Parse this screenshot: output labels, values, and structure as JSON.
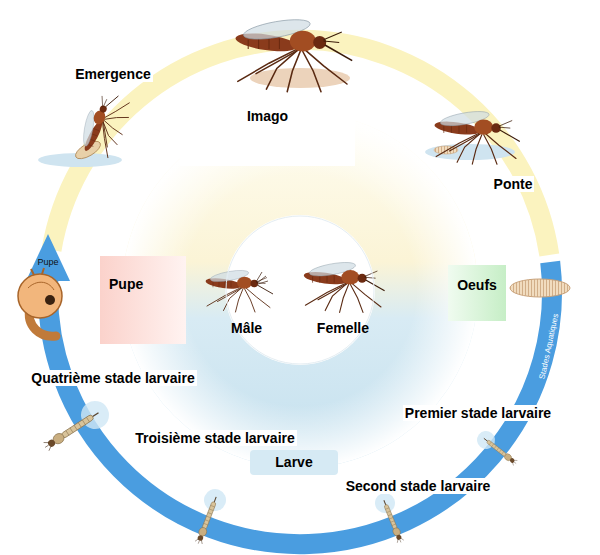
{
  "diagram": {
    "nodes": [
      {
        "text": [
          "Imago"
        ]
      },
      {
        "text": [
          "Pupe"
        ]
      },
      {
        "text": [
          "Oeufs"
        ]
      },
      {
        "text": [
          "Mâle",
          "Femelle"
        ]
      },
      {
        "text": [
          "Larve"
        ]
      }
    ],
    "labels": [
      "Emergence",
      "Ponte",
      "Pupe",
      "Quatrième stade larvaire",
      "Troisième stade larvaire",
      "Premier stade larvaire",
      "Second stade larvaire",
      "Stades Aquatiques"
    ]
  }
}
